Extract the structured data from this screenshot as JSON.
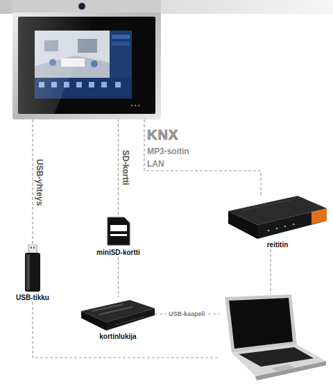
{
  "diagram": {
    "nodes": [
      {
        "text": []
      },
      {
        "text": [
          "USB-tikku"
        ]
      },
      {
        "text": [
          "miniSD-kortti"
        ]
      },
      {
        "text": [
          "reititin"
        ]
      },
      {
        "text": [
          "kortinlukija"
        ]
      },
      {
        "text": []
      }
    ],
    "edges": [
      {
        "from": 0,
        "to": 1,
        "arrow": "none",
        "label": "USB-yhteys"
      },
      {
        "from": 0,
        "to": 2,
        "arrow": "none",
        "label": "SD-kortti"
      },
      {
        "from": 0,
        "to": 3,
        "arrow": "none"
      },
      {
        "from": 2,
        "to": 4,
        "arrow": "none"
      },
      {
        "from": 1,
        "to": 5,
        "arrow": "none"
      },
      {
        "from": 4,
        "to": 5,
        "arrow": "none",
        "label": "USB-kaapeli"
      },
      {
        "from": 3,
        "to": 5,
        "arrow": "none"
      }
    ],
    "labels": [
      "KNX",
      "MP3-soitin",
      "LAN"
    ]
  }
}
